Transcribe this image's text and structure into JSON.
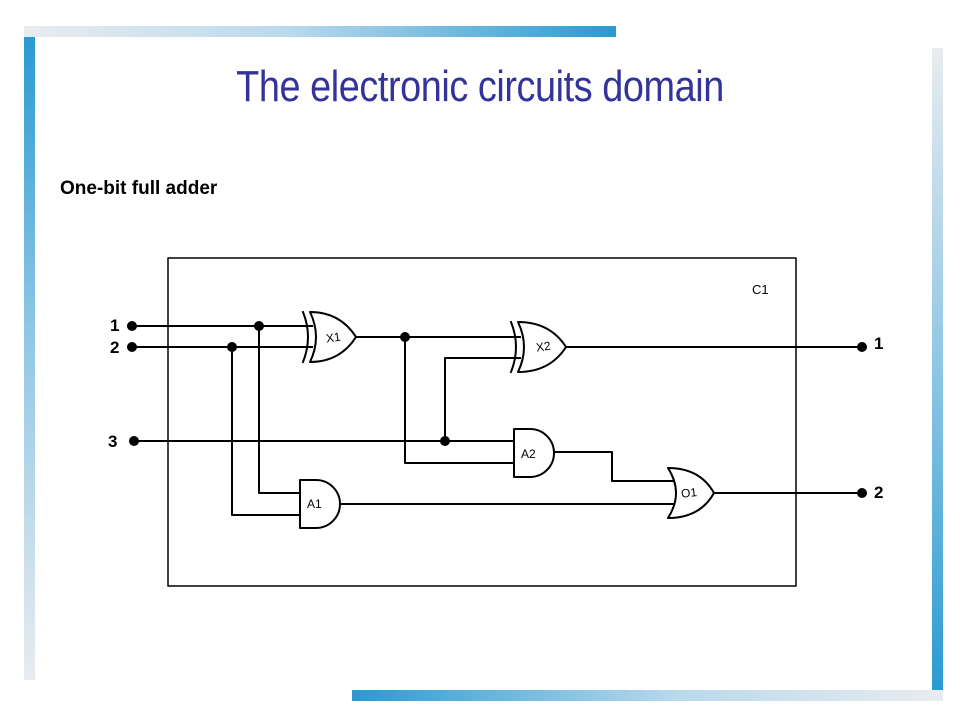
{
  "slide": {
    "title": "The electronic circuits domain",
    "subtitle": "One-bit full adder"
  },
  "diagram": {
    "circuit_label": "C1",
    "gates": {
      "x1": "X1",
      "x2": "X2",
      "a1": "A1",
      "a2": "A2",
      "o1": "O1"
    },
    "inputs": [
      "1",
      "2",
      "3"
    ],
    "outputs": [
      "1",
      "2"
    ]
  },
  "colors": {
    "title": "#333399",
    "accent_bar": "#2a9ad1",
    "line": "#000000"
  }
}
